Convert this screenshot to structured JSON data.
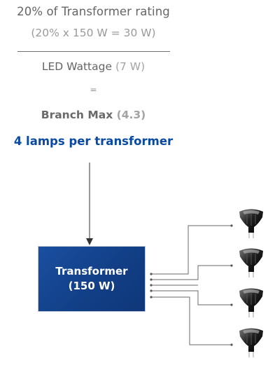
{
  "formula": {
    "numerator_title": "20% of Transformer rating",
    "numerator_calc": "(20% x 150 W = 30 W)",
    "denominator_label": "LED Wattage",
    "denominator_value": "(7 W)",
    "equals": "=",
    "result_label": "Branch Max",
    "result_value": "(4.3)"
  },
  "headline": "4 lamps per transformer",
  "transformer": {
    "line1": "Transformer",
    "line2": "(150 W)"
  },
  "lamps": {
    "count": 4,
    "icon": "mr16-led-lamp-icon"
  },
  "colors": {
    "headline": "#0b4aa2",
    "transformer_fill": "#123f87",
    "text_main": "#656565",
    "text_muted": "#a3a3a3"
  }
}
